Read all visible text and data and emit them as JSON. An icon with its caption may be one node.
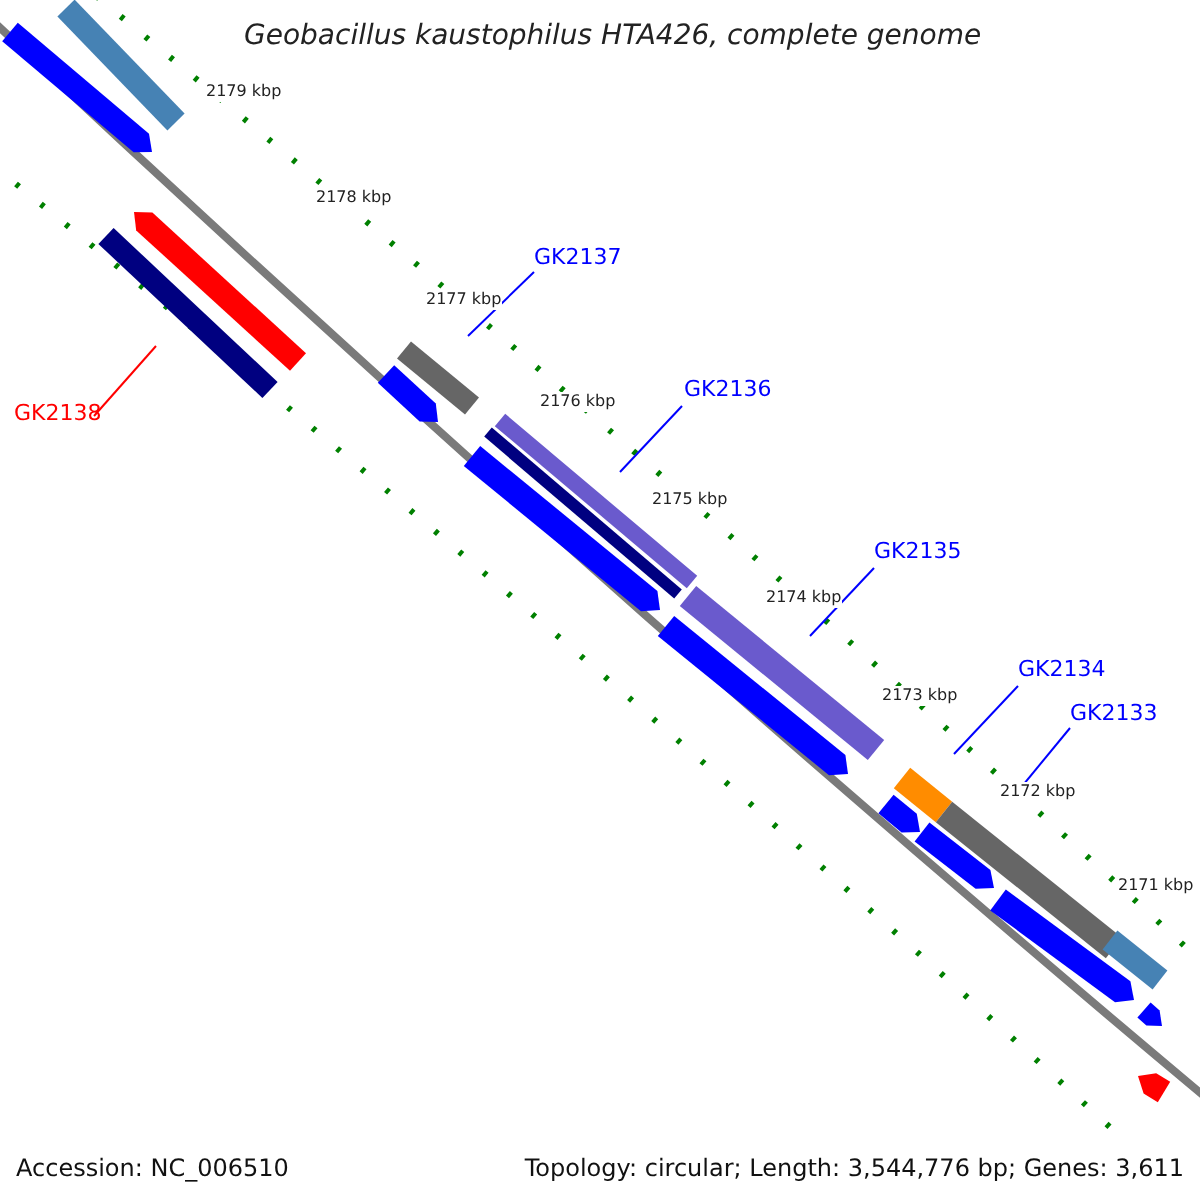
{
  "diagram": {
    "title": "Geobacillus kaustophilus HTA426, complete genome",
    "nodes": [
      {
        "text": [
          "GK2137"
        ]
      },
      {
        "text": [],
        "shape": "bar"
      },
      {
        "text": [
          "GK2138"
        ]
      },
      {
        "text": [],
        "shape": "bar"
      },
      {
        "text": [
          "GK2136"
        ]
      },
      {
        "text": [],
        "shape": "bar"
      },
      {
        "text": [
          "GK2135"
        ]
      },
      {
        "text": [],
        "shape": "bar"
      },
      {
        "text": [
          "GK2134"
        ]
      },
      {
        "text": [],
        "shape": "bar"
      },
      {
        "text": [
          "GK2133"
        ]
      },
      {
        "text": [],
        "shape": "bar"
      },
      {
        "text": [],
        "shape": "bar"
      },
      {
        "text": [],
        "shape": "bar"
      },
      {
        "text": [],
        "shape": "bar"
      },
      {
        "text": [],
        "shape": "bar"
      },
      {
        "text": [],
        "shape": "bar"
      },
      {
        "text": [],
        "shape": "bar"
      },
      {
        "text": [],
        "shape": "bar"
      },
      {
        "text": [],
        "shape": "bar"
      },
      {
        "text": [],
        "shape": "bar"
      },
      {
        "text": [],
        "shape": "bar"
      },
      {
        "text": [],
        "shape": "bar"
      },
      {
        "text": [],
        "shape": "bar"
      },
      {
        "text": [],
        "shape": "bar"
      }
    ],
    "edges": [
      {
        "from": 0,
        "to": 1,
        "arrow": "none",
        "color": "#0000ff"
      },
      {
        "from": 2,
        "to": 3,
        "arrow": "none",
        "color": "#ff0000"
      },
      {
        "from": 4,
        "to": 5,
        "arrow": "none",
        "color": "#0000ff"
      },
      {
        "from": 6,
        "to": 7,
        "arrow": "none",
        "color": "#0000ff"
      },
      {
        "from": 8,
        "to": 9,
        "arrow": "none",
        "color": "#0000ff"
      },
      {
        "from": 10,
        "to": 11,
        "arrow": "none",
        "color": "#0000ff"
      }
    ],
    "labels": [
      "2179 kbp",
      "2178 kbp",
      "2177 kbp",
      "2176 kbp",
      "2175 kbp",
      "2174 kbp",
      "2173 kbp",
      "2172 kbp",
      "2171 kbp",
      "Accession: NC_006510",
      "Topology: circular; Length: 3,544,776 bp; Genes: 3,611"
    ]
  }
}
